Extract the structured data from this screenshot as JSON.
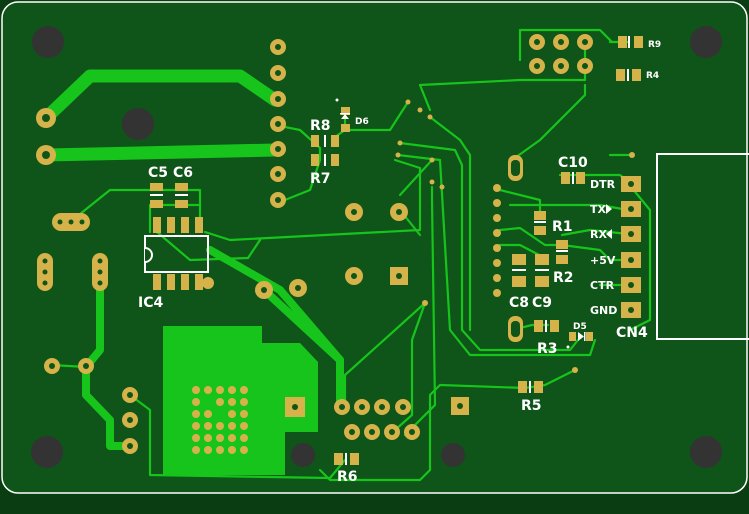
{
  "colors": {
    "background": "#0b3d12",
    "board": "#0f5418",
    "copper": "#17c41c",
    "pad": "#d6b24a",
    "silk": "#ffffff",
    "hole": "#333333"
  },
  "labels": {
    "c5": "C5",
    "c6": "C6",
    "ic4": "IC4",
    "r8": "R8",
    "r7": "R7",
    "d6": "D6",
    "r9": "R9",
    "r4": "R4",
    "c10": "C10",
    "r1": "R1",
    "r2": "R2",
    "c8": "C8",
    "c9": "C9",
    "r3": "R3",
    "d5": "D5",
    "r5": "R5",
    "r6": "R6",
    "cn4": "CN4",
    "dtr": "DTR",
    "tx": "TX",
    "rx": "RX",
    "v5": "+5V",
    "ctr": "CTR",
    "gnd": "GND"
  },
  "icons": [
    "tx-arrow-icon",
    "rx-arrow-icon",
    "diode-d5-icon",
    "diode-d6-icon"
  ]
}
